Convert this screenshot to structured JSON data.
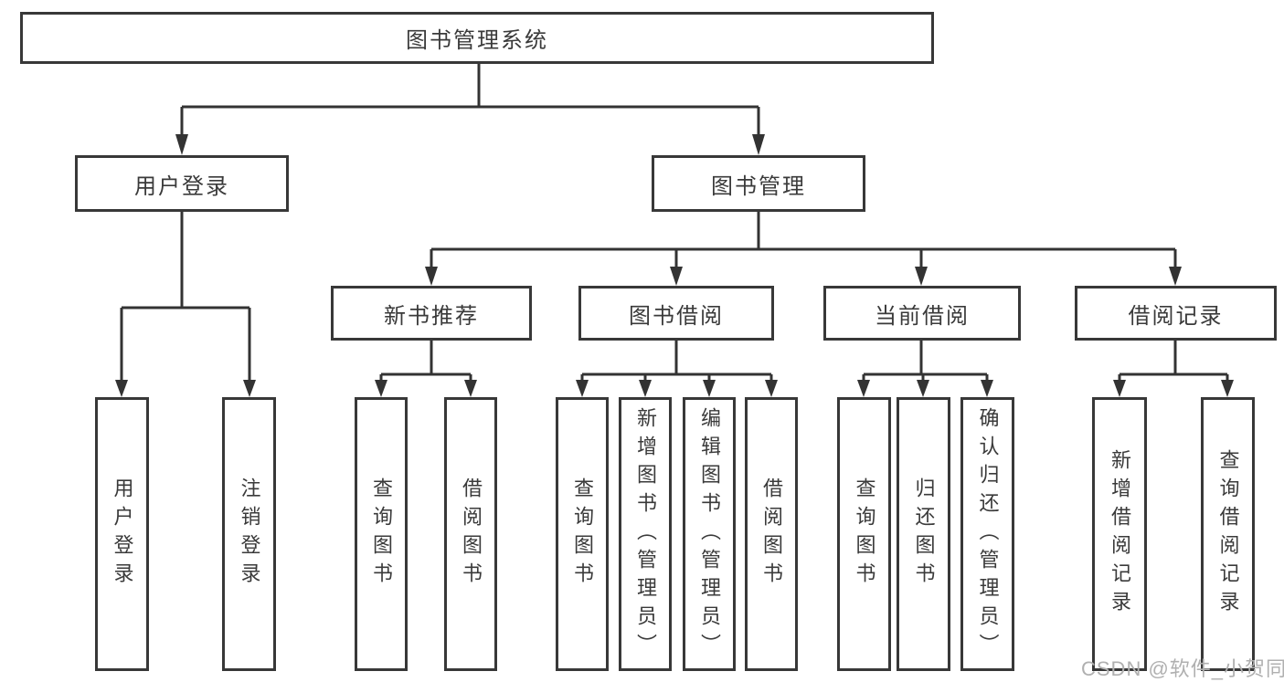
{
  "diagram": {
    "type": "hierarchy-tree",
    "root": {
      "label": "图书管理系统"
    },
    "level2": [
      {
        "label": "用户登录",
        "parent": "图书管理系统"
      },
      {
        "label": "图书管理",
        "parent": "图书管理系统"
      }
    ],
    "level3": [
      {
        "label": "新书推荐",
        "parent": "图书管理"
      },
      {
        "label": "图书借阅",
        "parent": "图书管理"
      },
      {
        "label": "当前借阅",
        "parent": "图书管理"
      },
      {
        "label": "借阅记录",
        "parent": "图书管理"
      }
    ],
    "leaves": [
      {
        "label": "用户登录",
        "parent": "用户登录"
      },
      {
        "label": "注销登录",
        "parent": "用户登录"
      },
      {
        "label": "查询图书",
        "parent": "新书推荐"
      },
      {
        "label": "借阅图书",
        "parent": "新书推荐"
      },
      {
        "label": "查询图书",
        "parent": "图书借阅"
      },
      {
        "label": "新增图书（管理员）",
        "parent": "图书借阅"
      },
      {
        "label": "编辑图书（管理员）",
        "parent": "图书借阅"
      },
      {
        "label": "借阅图书",
        "parent": "图书借阅"
      },
      {
        "label": "查询图书",
        "parent": "当前借阅"
      },
      {
        "label": "归还图书",
        "parent": "当前借阅"
      },
      {
        "label": "确认归还（管理员）",
        "parent": "当前借阅"
      },
      {
        "label": "新增借阅记录",
        "parent": "借阅记录"
      },
      {
        "label": "查询借阅记录",
        "parent": "借阅记录"
      }
    ],
    "colors": {
      "line": "#333333",
      "box_border": "#383838",
      "text": "#3a3a3a",
      "background": "#ffffff",
      "watermark": "#b0b0b0"
    }
  },
  "watermark": {
    "text": "CSDN @软件_小贺同学"
  }
}
